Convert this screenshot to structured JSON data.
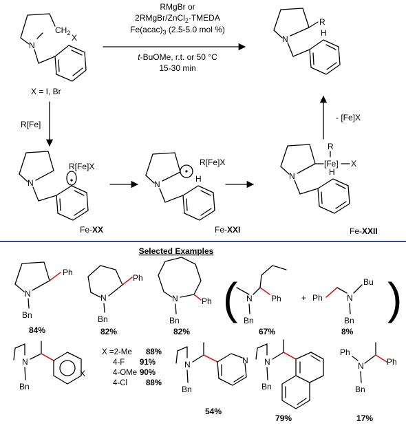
{
  "scheme": {
    "reactant": {
      "ch2_label": "CH",
      "ch2_sub": "2",
      "n_label": "N",
      "x_label": "X",
      "halide_note": "X = I, Br"
    },
    "conditions": {
      "line1": "RMgBr or",
      "line2": "2RMgBr/ZnCl",
      "line2_sub": "2",
      "line2_end": "·TMEDA",
      "line3": "Fe(acac)",
      "line3_sub": "3",
      "line3_end": " (2.5-5.0 mol %)",
      "line4_italic": "t",
      "line4_rest": "-BuOMe, r.t. or 50 °C",
      "line5": "15-30 min"
    },
    "product": {
      "n_label": "N",
      "r_label": "R",
      "h_label": "H"
    },
    "step_arrow_label": "R[Fe]",
    "elimination_label": "- [Fe]X",
    "intermediates": {
      "xx": {
        "prefix": "Fe-",
        "bold": "XX",
        "reagent": "R[Fe]X",
        "n_label": "N"
      },
      "xxi": {
        "prefix": "Fe-",
        "bold": "XXI",
        "reagent": "R[Fe]X",
        "n_label": "N",
        "h_label": "H"
      },
      "xxii": {
        "prefix": "Fe-",
        "bold": "XXII",
        "r_label": "R",
        "fe_label": "[Fe]",
        "x_label": "X",
        "n_label": "N",
        "h_label": "H"
      }
    },
    "examples_heading": "Selected Examples",
    "examples": {
      "e1": {
        "ph": "Ph",
        "n": "N",
        "bn": "Bn",
        "yield": "84%"
      },
      "e2": {
        "ph": "Ph",
        "n": "N",
        "bn": "Bn",
        "yield": "82%"
      },
      "e3": {
        "ph": "Ph",
        "n": "N",
        "bn": "Bn",
        "yield": "82%"
      },
      "e4a": {
        "ph": "Ph",
        "n": "N",
        "bn": "Bn",
        "yield": "67%"
      },
      "plus": "+",
      "e4b": {
        "ph": "Ph",
        "n": "N",
        "bu": "Bu",
        "bn": "Bn",
        "yield": "8%"
      },
      "e5": {
        "n": "N",
        "bn": "Bn",
        "x": "X",
        "variants": [
          {
            "label": "X =2-Me",
            "yield": "88%"
          },
          {
            "label": "4-F",
            "yield": "91%"
          },
          {
            "label": "4-OMe",
            "yield": "90%"
          },
          {
            "label": "4-Cl",
            "yield": "88%"
          }
        ]
      },
      "e6": {
        "n": "N",
        "n_ring": "N",
        "bn": "Bn",
        "yield": "54%"
      },
      "e7": {
        "n": "N",
        "bn": "Bn",
        "yield": "79%"
      },
      "e8": {
        "ph1": "Ph",
        "ph2": "Ph",
        "n": "N",
        "bn": "Bn",
        "yield": "17%"
      }
    }
  }
}
